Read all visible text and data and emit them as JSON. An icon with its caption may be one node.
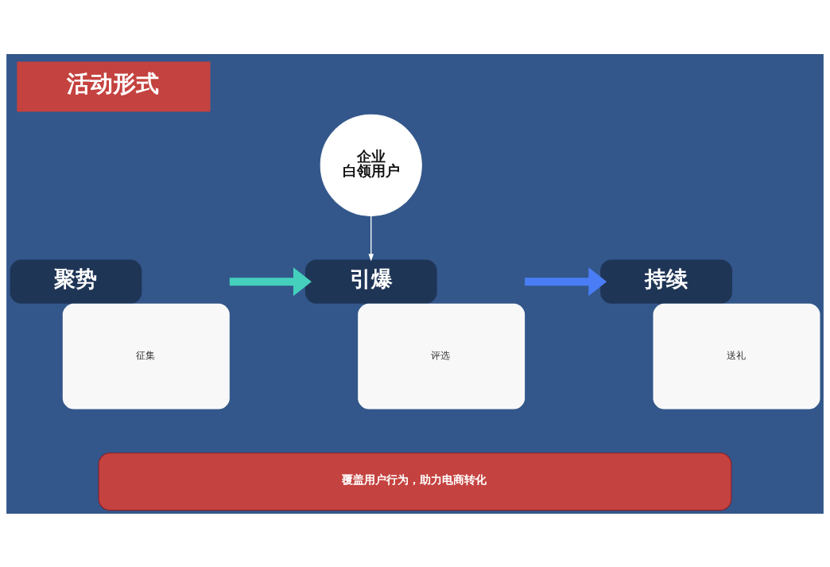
{
  "diagram": {
    "title": "活动形式",
    "nodes": [
      {
        "text": [
          "企业",
          "白领用户"
        ]
      },
      {
        "text": [
          "聚势",
          "征集"
        ]
      },
      {
        "text": [
          "引爆",
          "评选"
        ]
      },
      {
        "text": [
          "持续",
          "送礼"
        ]
      },
      {
        "text": [
          "覆盖用户行为，助力电商转化"
        ]
      }
    ],
    "edges": [
      {
        "from": 0,
        "to": 2,
        "arrow": "to",
        "color": "#ffffff"
      },
      {
        "from": 1,
        "to": 2,
        "arrow": "to",
        "color": "#45d0bd"
      },
      {
        "from": 2,
        "to": 3,
        "arrow": "to",
        "color": "#4a7df5"
      }
    ]
  }
}
